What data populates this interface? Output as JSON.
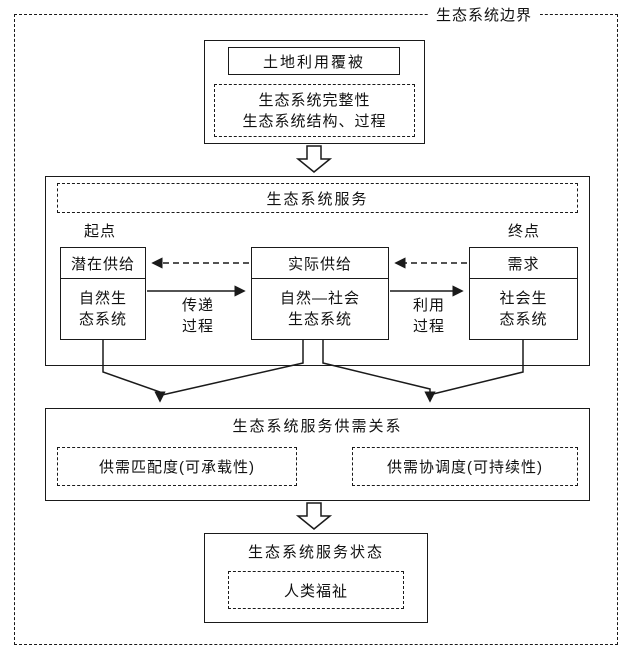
{
  "boundary": {
    "label": "生态系统边界"
  },
  "drivers": {
    "land_use": "土地利用覆被",
    "integrity": "生态系统完整性",
    "structure_process": "生态系统结构、过程"
  },
  "services": {
    "title": "生态系统服务",
    "start": "起点",
    "end": "终点",
    "potential_supply": {
      "title": "潜在供给",
      "line1": "自然生",
      "line2": "态系统"
    },
    "actual_supply": {
      "title": "实际供给",
      "line1": "自然—社会",
      "line2": "生态系统"
    },
    "demand": {
      "title": "需求",
      "line1": "社会生",
      "line2": "态系统"
    },
    "transfer": {
      "line1": "传递",
      "line2": "过程"
    },
    "utilization": {
      "line1": "利用",
      "line2": "过程"
    }
  },
  "relationship": {
    "title": "生态系统服务供需关系",
    "matching": "供需匹配度(可承载性)",
    "coordination": "供需协调度(可持续性)"
  },
  "status": {
    "title": "生态系统服务状态",
    "wellbeing": "人类福祉"
  },
  "colors": {
    "line": "#1a1a1a",
    "background": "#ffffff"
  }
}
